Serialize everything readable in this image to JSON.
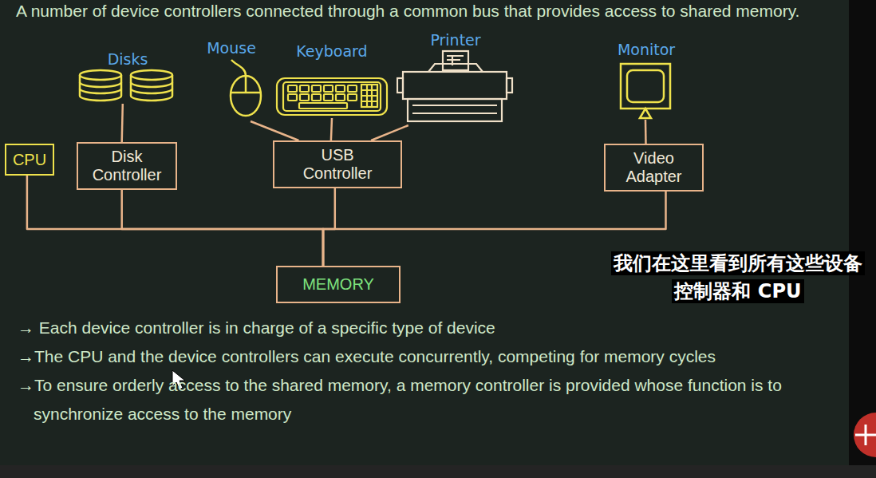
{
  "diagram": {
    "nodes": [
      {
        "text": [
          "Disks"
        ]
      },
      {
        "text": [
          "Mouse"
        ]
      },
      {
        "text": [
          "Keyboard"
        ]
      },
      {
        "text": [
          "Printer"
        ]
      },
      {
        "text": [
          "Monitor"
        ]
      },
      {
        "text": [
          "CPU"
        ]
      },
      {
        "text": [
          "Disk Controller"
        ]
      },
      {
        "text": [
          "USB Controller"
        ]
      },
      {
        "text": [
          "Video Adapter"
        ]
      },
      {
        "text": [
          "MEMORY"
        ]
      }
    ],
    "edges": [
      {
        "from": 0,
        "to": 6,
        "arrow": "none"
      },
      {
        "from": 1,
        "to": 7,
        "arrow": "none"
      },
      {
        "from": 2,
        "to": 7,
        "arrow": "none"
      },
      {
        "from": 3,
        "to": 7,
        "arrow": "none"
      },
      {
        "from": 4,
        "to": 8,
        "arrow": "none"
      },
      {
        "from": 5,
        "to": 9,
        "arrow": "none"
      },
      {
        "from": 6,
        "to": 9,
        "arrow": "none"
      },
      {
        "from": 7,
        "to": 9,
        "arrow": "none"
      },
      {
        "from": 8,
        "to": 9,
        "arrow": "none"
      }
    ],
    "labels": [
      "A number of device controllers connected through a common bus that provides access to shared memory.",
      "我们在这里看到所有这些设备 控制器和 CPU",
      "→ Each device controller is in charge of a specific type of device",
      "→The CPU and the device controllers can execute concurrently, competing for memory cycles",
      "→To ensure orderly access to the shared memory, a memory controller is provided whose function is to synchronize access to the memory"
    ]
  }
}
